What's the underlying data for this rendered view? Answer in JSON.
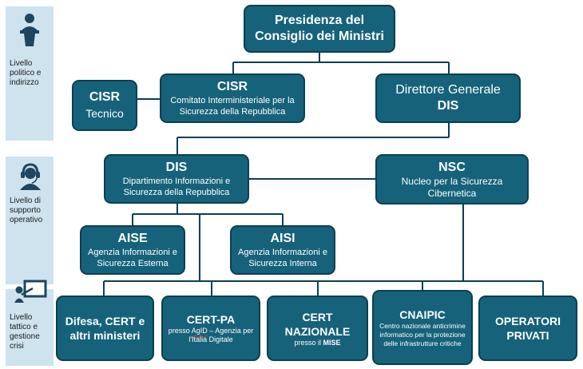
{
  "levels": {
    "political": "Livello politico e indirizzo",
    "support": "Livello di supporto operativo",
    "tactical": "Livello tattico e gestione crisi"
  },
  "boxes": {
    "presidenza": {
      "title": "Presidenza del Consiglio dei Ministri"
    },
    "cisr_tecnico": {
      "title": "CISR",
      "subtitle": "Tecnico"
    },
    "cisr": {
      "title": "CISR",
      "subtitle": "Comitato Interministeriale per la Sicurezza della Repubblica"
    },
    "direttore": {
      "title": "Direttore Generale",
      "subtitle": "DIS"
    },
    "dis": {
      "title": "DIS",
      "subtitle": "Dipartimento Informazioni e Sicurezza della Repubblica"
    },
    "nsc": {
      "title": "NSC",
      "subtitle": "Nucleo per la Sicurezza Cibernetica"
    },
    "aise": {
      "title": "AISE",
      "subtitle": "Agenzia Informazioni e Sicurezza Esterna"
    },
    "aisi": {
      "title": "AISI",
      "subtitle": "Agenzia Informazioni e Sicurezza Interna"
    },
    "difesa": {
      "title": "Difesa, CERT e altri ministeri"
    },
    "certpa": {
      "title": "CERT-PA",
      "sub_prefix": "presso ",
      "sub_agid": "AgID",
      "sub_suffix": " – Agenzia per l'Italia Digitale"
    },
    "certnaz": {
      "title": "CERT NAZIONALE",
      "sub_prefix": "presso il ",
      "sub_mise": "MISE"
    },
    "cnaipic": {
      "title": "CNAIPIC",
      "subtitle": "Centro nazionale anticrimine informatico per la protezione delle infrastrutture critiche"
    },
    "operatori": {
      "title": "OPERATORI PRIVATI"
    }
  },
  "colors": {
    "box_fill": "#16627a",
    "box_border": "#0b3f50",
    "side_panel": "#cfe3ef",
    "connector": "#0b3f50",
    "icon": "#1e4660"
  },
  "icons": [
    "podium-speaker-icon",
    "headset-operator-icon",
    "presentation-board-icon"
  ]
}
